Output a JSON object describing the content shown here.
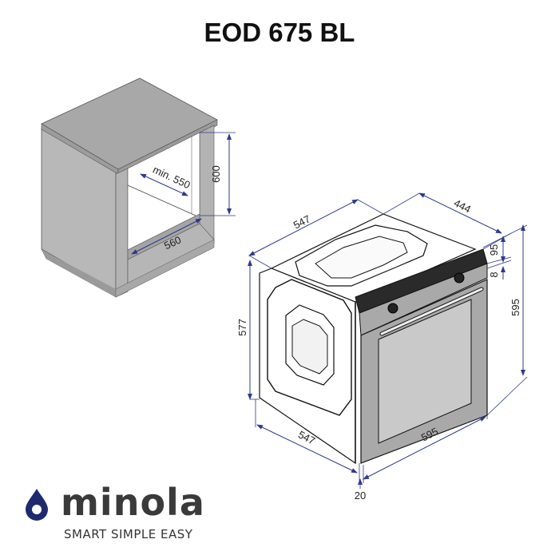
{
  "title": "EOD 675 BL",
  "colors": {
    "dimension_line": "#2e3a8c",
    "cabinet_fill": "#b5b5b5",
    "cabinet_top": "#a6a6a6",
    "oven_front": "#a9a9a9",
    "logo_drop": "#1f2a6e",
    "brand_text": "#3a3a3a"
  },
  "cabinet": {
    "dimensions": {
      "height": "600",
      "depth": "min. 550",
      "width": "560"
    }
  },
  "oven": {
    "dimensions": {
      "top_depth": "547",
      "top_width_back": "444",
      "panel_height": "95",
      "gap": "8",
      "total_height": "595",
      "side_height": "577",
      "bottom_depth": "547",
      "front_width": "595",
      "front_thickness": "20"
    }
  },
  "brand": {
    "name": "minola",
    "tagline": "SMART SIMPLE EASY"
  }
}
